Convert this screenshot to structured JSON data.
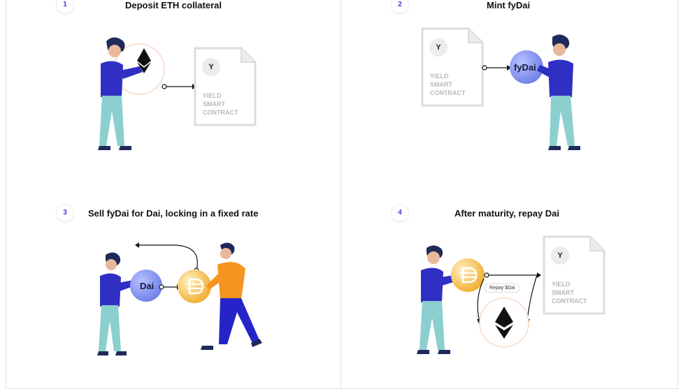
{
  "steps": [
    {
      "number": "1",
      "title": "Deposit ETH collateral"
    },
    {
      "number": "2",
      "title": "Mint fyDai"
    },
    {
      "number": "3",
      "title": "Sell fyDai for Dai, locking in a fixed rate"
    },
    {
      "number": "4",
      "title": "After maturity, repay Dai"
    }
  ],
  "contract": {
    "initial": "Y",
    "lines": [
      "YIELD",
      "SMART",
      "CONTRACT"
    ]
  },
  "tokens": {
    "fydai": "fyDai",
    "fydai_partial": "Dai"
  },
  "repay_label": "Repay $Dai",
  "colors": {
    "accent": "#3b3bd6",
    "shirt_blue": "#2f2fc4",
    "pants_teal": "#8ccfcf",
    "dai_gold": "#f2b33a",
    "orange_shirt": "#f5941f",
    "fydai_lavender": "#8f9cf2"
  }
}
